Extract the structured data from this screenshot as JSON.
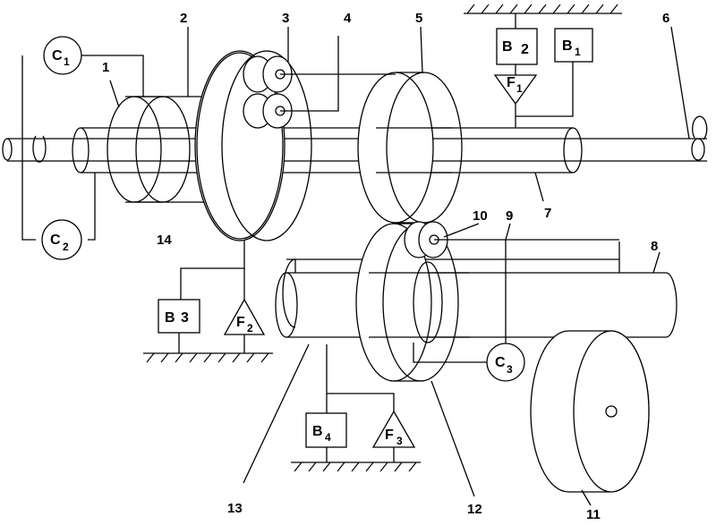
{
  "numbers": {
    "n1": "1",
    "n2": "2",
    "n3": "3",
    "n4": "4",
    "n5": "5",
    "n6": "6",
    "n7": "7",
    "n8": "8",
    "n9": "9",
    "n10": "10",
    "n11": "11",
    "n12": "12",
    "n13": "13",
    "n14": "14"
  },
  "clutches": {
    "c1": {
      "letter": "C",
      "index": "1"
    },
    "c2": {
      "letter": "C",
      "index": "2"
    },
    "c3": {
      "letter": "C",
      "index": "3"
    }
  },
  "brakes": {
    "b1": {
      "letter": "B",
      "index": "1"
    },
    "b2": {
      "letter": "B",
      "index": "2"
    },
    "b3": {
      "letter": "B",
      "index": "3"
    },
    "b4": {
      "letter": "B",
      "index": "4"
    }
  },
  "flywheels_f": {
    "f1": {
      "letter": "F",
      "index": "1"
    },
    "f2": {
      "letter": "F",
      "index": "2"
    },
    "f3": {
      "letter": "F",
      "index": "3"
    }
  }
}
